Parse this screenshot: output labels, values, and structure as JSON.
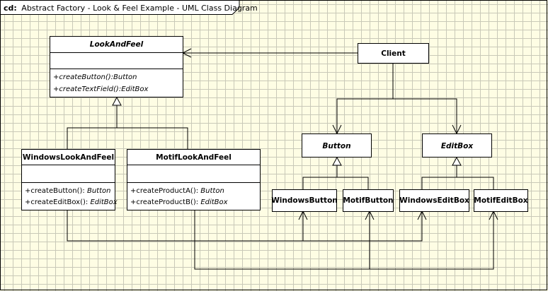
{
  "frame": {
    "kind": "cd:",
    "title": "Abstract Factory - Look & Feel Example - UML Class Diagram"
  },
  "classes": {
    "lookandfeel": {
      "name": "LookAndFeel",
      "ops": [
        {
          "sig": "+createButton():",
          "ret": "Button"
        },
        {
          "sig": "+createTextField():",
          "ret": "EditBox"
        }
      ]
    },
    "client": {
      "name": "Client"
    },
    "windowslookandfeel": {
      "name": "WindowsLookAndFeel",
      "ops": [
        {
          "sig": "+createButton(): ",
          "ret": "Button"
        },
        {
          "sig": "+createEditBox(): ",
          "ret": "EditBox"
        }
      ]
    },
    "motiflookandfeel": {
      "name": "MotifLookAndFeel",
      "ops": [
        {
          "sig": "+createProductA(): ",
          "ret": "Button"
        },
        {
          "sig": "+createProductB(): ",
          "ret": "EditBox"
        }
      ]
    },
    "button": {
      "name": "Button"
    },
    "editbox": {
      "name": "EditBox"
    },
    "windowsbutton": {
      "name": "WindowsButton"
    },
    "motifbutton": {
      "name": "MotifButton"
    },
    "windowseditbox": {
      "name": "WindowsEditBox"
    },
    "motifeditbox": {
      "name": "MotifEditBox"
    }
  }
}
